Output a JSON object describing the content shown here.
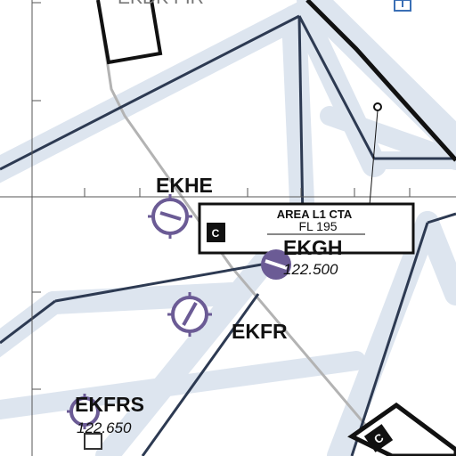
{
  "map": {
    "fir_label": "EKDK FIR",
    "airports": [
      {
        "id": "EKHE",
        "name": "EKHE"
      },
      {
        "id": "EKGH",
        "name": "EKGH",
        "frequency": "122.500"
      },
      {
        "id": "EKFR",
        "name": "EKFR"
      },
      {
        "id": "EKFRS",
        "name": "EKFRS",
        "frequency": "122.650"
      }
    ],
    "airspace": {
      "name": "AREA L1 CTA",
      "upper_limit": "FL 195",
      "class_badge": "C"
    },
    "class_badge_lower": "C",
    "colors": {
      "route_band": "#dde5ef",
      "route_line": "#2d3a52",
      "airport_symbol": "#6b5b95",
      "grid": "#555555"
    }
  }
}
